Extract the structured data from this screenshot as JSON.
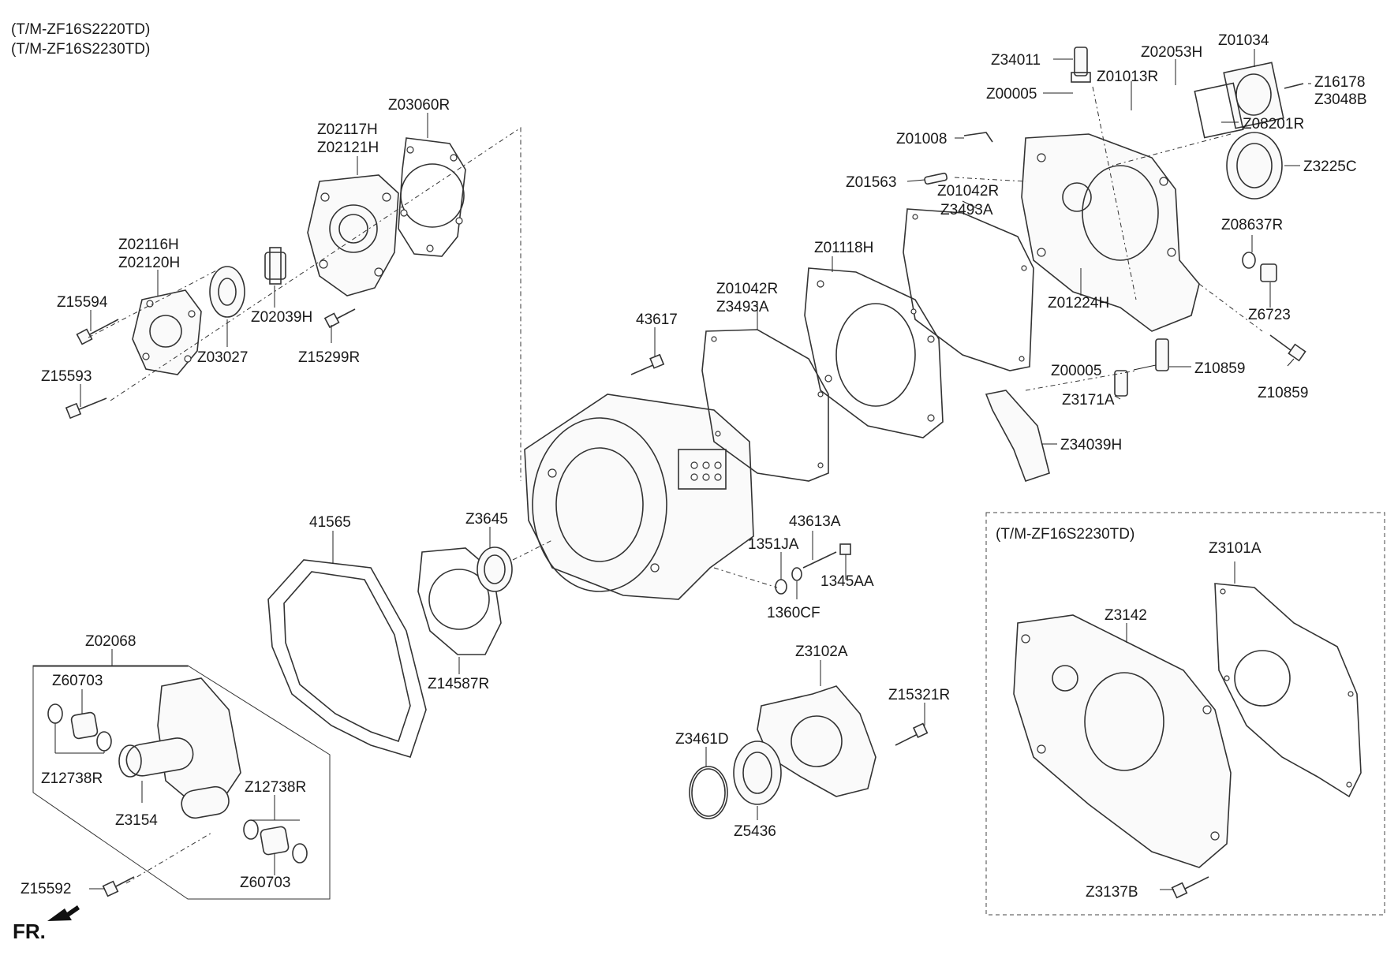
{
  "header": {
    "model_line_1": "(T/M-ZF16S2220TD)",
    "model_line_2": "(T/M-ZF16S2230TD)"
  },
  "inset": {
    "title": "(T/M-ZF16S2230TD)"
  },
  "front_indicator": {
    "label": "FR."
  },
  "parts": {
    "z03060r": "Z03060R",
    "z02117h": "Z02117H",
    "z02121h": "Z02121H",
    "z02116h": "Z02116H",
    "z02120h": "Z02120H",
    "z15594": "Z15594",
    "z15593": "Z15593",
    "z03027": "Z03027",
    "z02039h": "Z02039H",
    "z15299r": "Z15299R",
    "n43617": "43617",
    "z34011": "Z34011",
    "z02053h": "Z02053H",
    "z01034": "Z01034",
    "z16178": "Z16178",
    "z3048b": "Z3048B",
    "z00005_top": "Z00005",
    "z01013r": "Z01013R",
    "z08201r": "Z08201R",
    "z01008": "Z01008",
    "z3225c": "Z3225C",
    "z01563": "Z01563",
    "z01042r_top": "Z01042R",
    "z3493a_top": "Z3493A",
    "z08637r": "Z08637R",
    "z01118h": "Z01118H",
    "z6723": "Z6723",
    "z01224h": "Z01224H",
    "z01042r_mid": "Z01042R",
    "z3493a_mid": "Z3493A",
    "z00005_mid": "Z00005",
    "z10859_a": "Z10859",
    "z3171a": "Z3171A",
    "z10859_b": "Z10859",
    "z34039h": "Z34039H",
    "n41565": "41565",
    "z3645": "Z3645",
    "n43613a": "43613A",
    "n1351ja": "1351JA",
    "n1345aa": "1345AA",
    "n1360cf": "1360CF",
    "z02068": "Z02068",
    "z14587r": "Z14587R",
    "z60703_top": "Z60703",
    "z12738r_left": "Z12738R",
    "z3154": "Z3154",
    "z12738r_right": "Z12738R",
    "z60703_bottom": "Z60703",
    "z15592": "Z15592",
    "z3102a": "Z3102A",
    "z15321r": "Z15321R",
    "z3461d": "Z3461D",
    "z5436": "Z5436",
    "z3101a": "Z3101A",
    "z3142": "Z3142",
    "z3137b": "Z3137B"
  }
}
